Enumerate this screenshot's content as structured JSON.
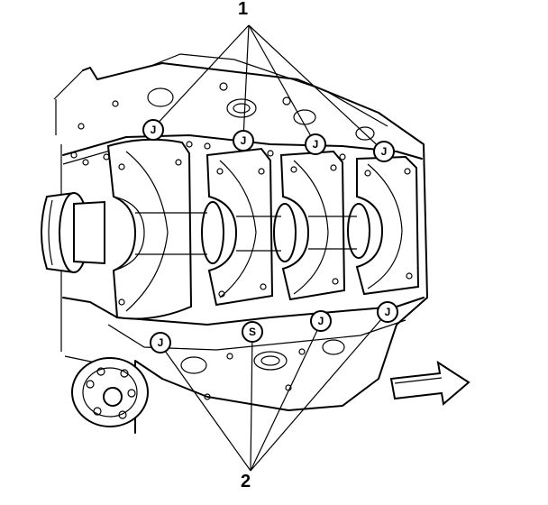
{
  "callouts": {
    "top": "1",
    "bottom": "2"
  },
  "badges": {
    "top": [
      "J",
      "J",
      "J",
      "J"
    ],
    "bottom": [
      "J",
      "S",
      "J",
      "J"
    ]
  }
}
